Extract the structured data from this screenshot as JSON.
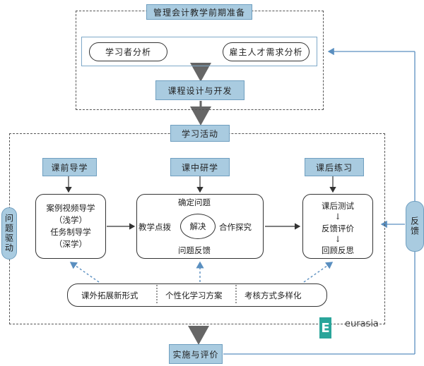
{
  "prep": {
    "title": "管理会计教学前期准备",
    "learner_analysis": "学习者分析",
    "talent_demand": "雇主人才需求分析",
    "course_design": "课程设计与开发"
  },
  "learning": {
    "title": "学习活动",
    "pre_class": {
      "label": "课前导学",
      "line1": "案例视频导学",
      "line2": "（浅学）",
      "line3": "任务制导学",
      "line4": "（深学）"
    },
    "in_class": {
      "label": "课中研学",
      "step_define": "确定问题",
      "step_cooperate": "合作探究",
      "step_feedback": "问题反馈",
      "step_guide": "教学点拨",
      "center": "解决"
    },
    "post_class": {
      "label": "课后练习",
      "test": "课后测试",
      "down1": "↓",
      "feedback": "反馈评价",
      "down2": "↓",
      "reflect": "回顾反思"
    },
    "bottom_bar": {
      "item1": "课外拓展新形式",
      "item2": "个性化学习方案",
      "item3": "考核方式多样化"
    }
  },
  "side_left": "问题驱动",
  "side_right": "反馈",
  "implementation": "实施与评价",
  "watermark": "eurasia"
}
